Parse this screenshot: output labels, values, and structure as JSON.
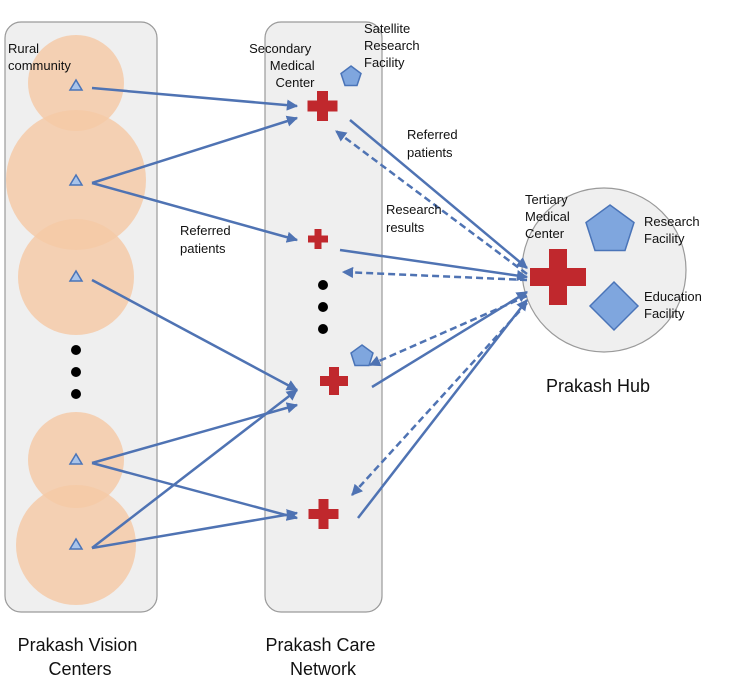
{
  "labels": {
    "rural_community": [
      "Rural",
      "community"
    ],
    "secondary_medical_center": [
      "Secondary",
      "Medical",
      "Center"
    ],
    "satellite_research_facility": [
      "Satellite",
      "Research",
      "Facility"
    ],
    "referred_patients_top": [
      "Referred",
      "patients"
    ],
    "referred_patients_left": [
      "Referred",
      "patients"
    ],
    "research_results": [
      "Research",
      "results"
    ],
    "tertiary_medical_center": [
      "Tertiary",
      "Medical",
      "Center"
    ],
    "research_facility": [
      "Research",
      "Facility"
    ],
    "education_facility": [
      "Education",
      "Facility"
    ],
    "prakash_hub": "Prakash Hub",
    "vision_centers": [
      "Prakash Vision",
      "Centers"
    ],
    "care_network": [
      "Prakash Care",
      "Network"
    ]
  },
  "colors": {
    "panel_fill": "#efefef",
    "panel_stroke": "#9a9a9a",
    "community_circle": "#f5c9a6",
    "arrow": "#4f73b3",
    "cross": "#c0282d",
    "shape_fill": "#7fa6de",
    "shape_stroke": "#4a74b8",
    "dot": "#000000"
  },
  "icons": [
    "village-triangle-icon",
    "hospital-cross-icon",
    "pentagon-facility-icon",
    "diamond-facility-icon"
  ]
}
